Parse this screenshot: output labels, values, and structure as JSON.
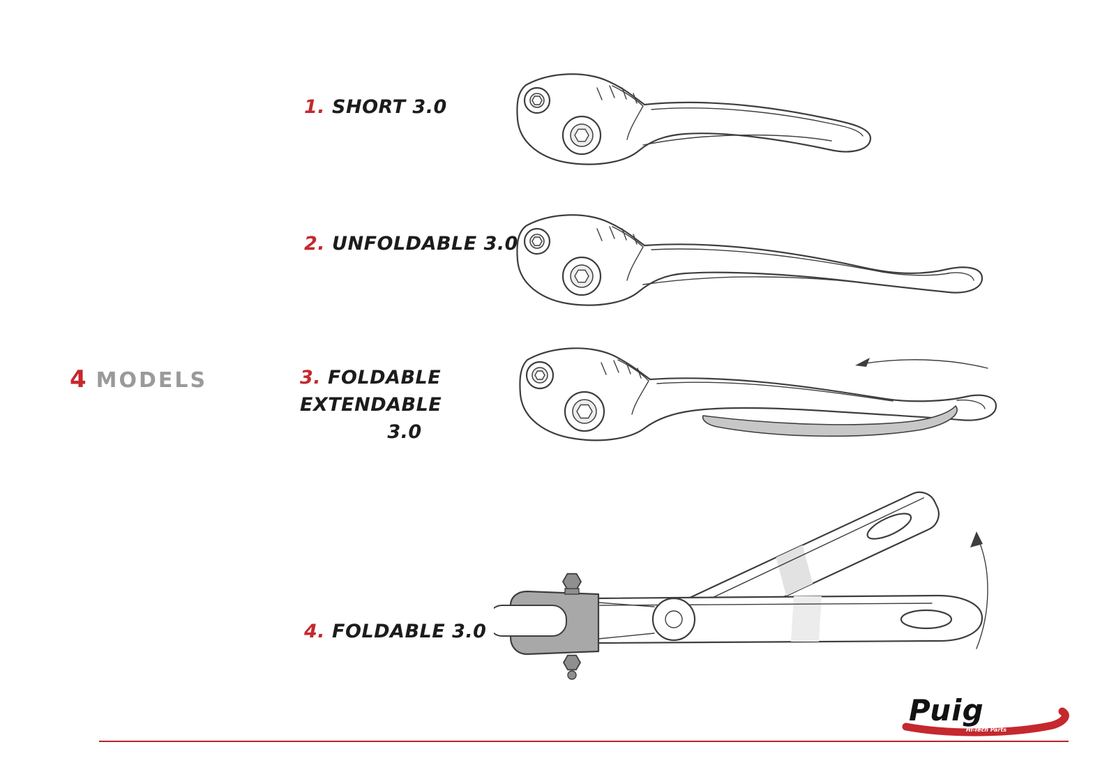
{
  "heading": {
    "count": "4",
    "label": "MODELS"
  },
  "models": [
    {
      "num": "1.",
      "name": "SHORT 3.0"
    },
    {
      "num": "2.",
      "name": "UNFOLDABLE 3.0"
    },
    {
      "num": "3.",
      "name": "FOLDABLE EXTENDABLE",
      "name2": "3.0"
    },
    {
      "num": "4.",
      "name": "FOLDABLE 3.0"
    }
  ],
  "brand": {
    "name": "Puig",
    "tagline": "Hi-Tech Parts"
  },
  "colors": {
    "accent_red": "#c5282d",
    "heading_gray": "#9a9a9a",
    "line_art": "#3e3e3e",
    "shade_gray": "#c7c7c7",
    "clevis_gray": "#a8a8a8"
  }
}
